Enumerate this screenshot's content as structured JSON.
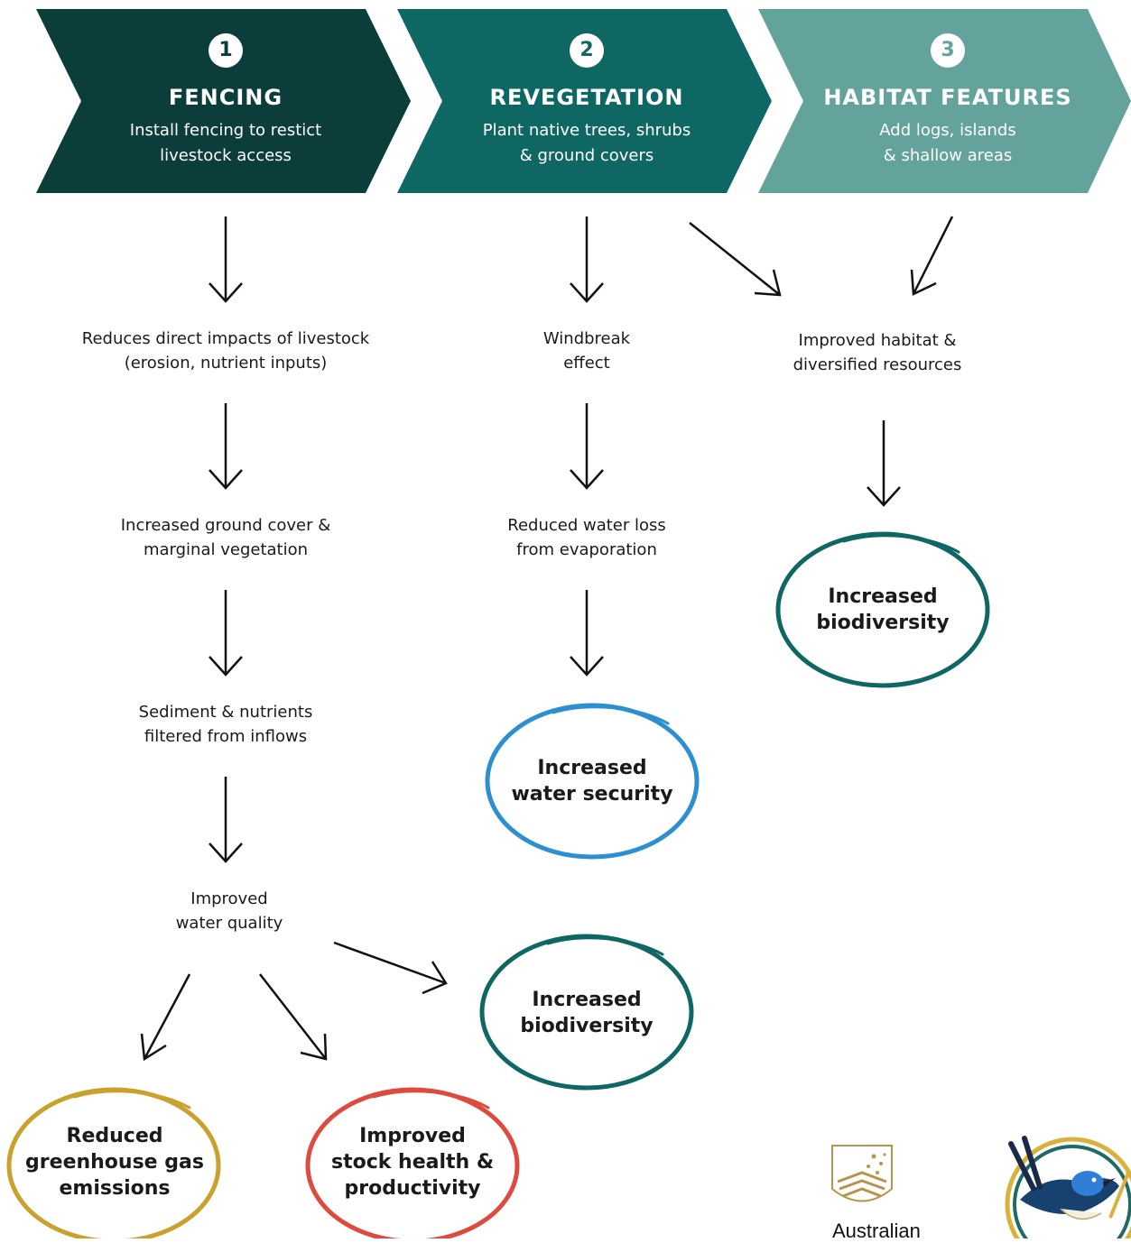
{
  "steps": [
    {
      "number": "1",
      "title": "FENCING",
      "desc_line1": "Install fencing to restict",
      "desc_line2": "livestock access",
      "color": "#0b3d3a"
    },
    {
      "number": "2",
      "title": "REVEGETATION",
      "desc_line1": "Plant native trees, shrubs",
      "desc_line2": "& ground covers",
      "color": "#0f6764"
    },
    {
      "number": "3",
      "title": "HABITAT FEATURES",
      "desc_line1": "Add logs, islands",
      "desc_line2": "& shallow areas",
      "color": "#63a39c"
    }
  ],
  "col1": [
    {
      "line1": "Reduces direct impacts of livestock",
      "line2": "(erosion, nutrient inputs)"
    },
    {
      "line1": "Increased ground cover &",
      "line2": "marginal vegetation"
    },
    {
      "line1": "Sediment & nutrients",
      "line2": "filtered from inflows"
    },
    {
      "line1": "Improved",
      "line2": "water quality"
    }
  ],
  "col2": [
    {
      "line1": "Windbreak",
      "line2": "effect"
    },
    {
      "line1": "Reduced water loss",
      "line2": "from evaporation"
    }
  ],
  "col3": [
    {
      "line1": "Improved habitat &",
      "line2": "diversified resources"
    }
  ],
  "outcomes": {
    "biodiversity_col3": {
      "line1": "Increased",
      "line2": "biodiversity",
      "color": "#0f6764"
    },
    "water_security": {
      "line1": "Increased",
      "line2": "water security",
      "color": "#2b8fd1"
    },
    "biodiversity_water": {
      "line1": "Increased",
      "line2": "biodiversity",
      "color": "#0f6764"
    },
    "greenhouse": {
      "line1": "Reduced",
      "line2": "greenhouse gas",
      "line3": "emissions",
      "color": "#c9a12c"
    },
    "stock_health": {
      "line1": "Improved",
      "line2": "stock health &",
      "line3": "productivity",
      "color": "#dd4b3f"
    }
  },
  "footer": {
    "gov_text": "Australian",
    "crest_icon": "australian-government-crest-icon",
    "bird_icon": "fairy-wren-logo-icon"
  }
}
